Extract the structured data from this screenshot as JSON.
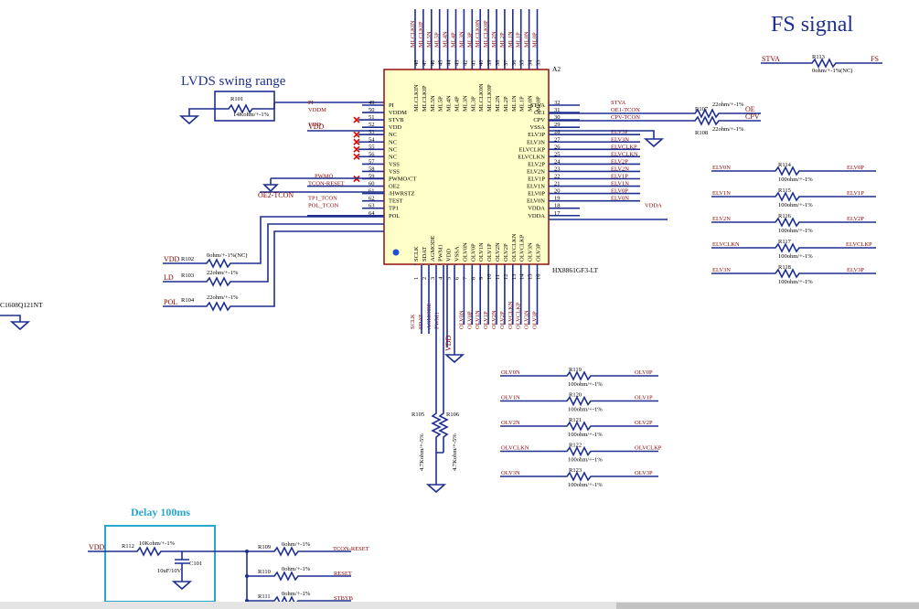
{
  "title": "FS signal",
  "lvds_label": "LVDS swing range",
  "delay_label": "Delay 100ms",
  "ic": {
    "ref": "A2",
    "part": "HX8861GF3-LT",
    "top_pins": [
      {
        "num": "48",
        "name": "MLCLKIN",
        "net": "MLCLKIN"
      },
      {
        "num": "47",
        "name": "MLCLKIP",
        "net": "MLCLKIP"
      },
      {
        "num": "46",
        "name": "ML5N",
        "net": "ML5N"
      },
      {
        "num": "45",
        "name": "ML5P",
        "net": "ML5P"
      },
      {
        "num": "44",
        "name": "ML4N",
        "net": "ML4N"
      },
      {
        "num": "43",
        "name": "ML4P",
        "net": "ML4P"
      },
      {
        "num": "42",
        "name": "ML3N",
        "net": "ML3N"
      },
      {
        "num": "41",
        "name": "ML3P",
        "net": "ML3P"
      },
      {
        "num": "40",
        "name": "MLCLK0N",
        "net": "MLCLK0N"
      },
      {
        "num": "39",
        "name": "MLCLK0P",
        "net": "MLCLK0P"
      },
      {
        "num": "38",
        "name": "ML2N",
        "net": "ML2N"
      },
      {
        "num": "37",
        "name": "ML2P",
        "net": "ML2P"
      },
      {
        "num": "36",
        "name": "ML1N",
        "net": "ML1N"
      },
      {
        "num": "35",
        "name": "ML1P",
        "net": "ML1P"
      },
      {
        "num": "34",
        "name": "ML0N",
        "net": "ML0N"
      },
      {
        "num": "33",
        "name": "ML0P",
        "net": "ML0P"
      }
    ],
    "left_pins": [
      {
        "num": "49",
        "name": "PI",
        "net": "PI",
        "nc": false
      },
      {
        "num": "50",
        "name": "VDDM",
        "net": "VDDM",
        "nc": false
      },
      {
        "num": "51",
        "name": "STVB",
        "net": "",
        "nc": true
      },
      {
        "num": "52",
        "name": "VDD",
        "net": "VDD",
        "nc": false
      },
      {
        "num": "53",
        "name": "NC",
        "net": "",
        "nc": true
      },
      {
        "num": "54",
        "name": "NC",
        "net": "",
        "nc": true
      },
      {
        "num": "55",
        "name": "NC",
        "net": "",
        "nc": true
      },
      {
        "num": "56",
        "name": "NC",
        "net": "",
        "nc": true
      },
      {
        "num": "57",
        "name": "VSS",
        "net": "",
        "nc": false
      },
      {
        "num": "58",
        "name": "VSS",
        "net": "",
        "nc": false
      },
      {
        "num": "59",
        "name": "PWMO/CT",
        "net": "PWMO",
        "nc": true
      },
      {
        "num": "60",
        "name": "OE2",
        "net": "TCON-RESET",
        "nc": false
      },
      {
        "num": "61",
        "name": "/HWRSTZ",
        "net": "",
        "nc": false
      },
      {
        "num": "62",
        "name": "TEST",
        "net": "TP1_TCON",
        "nc": false
      },
      {
        "num": "63",
        "name": "TP1",
        "net": "POL_TCON",
        "nc": false
      },
      {
        "num": "64",
        "name": "POL",
        "net": "",
        "nc": false
      }
    ],
    "right_pins": [
      {
        "num": "32",
        "name": "STVA",
        "net": "STVA"
      },
      {
        "num": "31",
        "name": "OE1",
        "net": "OE1-TCON"
      },
      {
        "num": "30",
        "name": "CPV",
        "net": "CPV-TCON"
      },
      {
        "num": "29",
        "name": "VSSA",
        "net": ""
      },
      {
        "num": "28",
        "name": "ELV3P",
        "net": "ELV3P"
      },
      {
        "num": "27",
        "name": "ELV3N",
        "net": "ELV3N"
      },
      {
        "num": "26",
        "name": "ELVCLKP",
        "net": "ELVCLKP"
      },
      {
        "num": "25",
        "name": "ELVCLKN",
        "net": "ELVCLKN"
      },
      {
        "num": "24",
        "name": "ELV2P",
        "net": "ELV2P"
      },
      {
        "num": "23",
        "name": "ELV2N",
        "net": "ELV2N"
      },
      {
        "num": "22",
        "name": "ELV1P",
        "net": "ELV1P"
      },
      {
        "num": "21",
        "name": "ELV1N",
        "net": "ELV1N"
      },
      {
        "num": "20",
        "name": "ELV0P",
        "net": "ELV0P"
      },
      {
        "num": "19",
        "name": "ELV0N",
        "net": "ELV0N"
      },
      {
        "num": "18",
        "name": "VDDA",
        "net": "VDDA"
      },
      {
        "num": "17",
        "name": "VDDA",
        "net": ""
      }
    ],
    "bottom_pins": [
      {
        "num": "1",
        "name": "SCLK",
        "net": "SCLK"
      },
      {
        "num": "2",
        "name": "SDAT",
        "net": "SDAT"
      },
      {
        "num": "3",
        "name": "AGMODE",
        "net": "AGMODE"
      },
      {
        "num": "4",
        "name": "PWM1",
        "net": "PWM1"
      },
      {
        "num": "5",
        "name": "VDD",
        "net": ""
      },
      {
        "num": "6",
        "name": "VSSA",
        "net": ""
      },
      {
        "num": "7",
        "name": "OLV0N",
        "net": "OLV0N"
      },
      {
        "num": "8",
        "name": "OLV0P",
        "net": "OLV0P"
      },
      {
        "num": "9",
        "name": "OLV1N",
        "net": "OLV1N"
      },
      {
        "num": "10",
        "name": "OLV1P",
        "net": "OLV1P"
      },
      {
        "num": "11",
        "name": "OLV2N",
        "net": "OLV2N"
      },
      {
        "num": "12",
        "name": "OLV2P",
        "net": "OLV2P"
      },
      {
        "num": "13",
        "name": "OLVCLKN",
        "net": "OLVCLKN"
      },
      {
        "num": "14",
        "name": "OLVCLKP",
        "net": "OLVCLKP"
      },
      {
        "num": "15",
        "name": "OLV3N",
        "net": "OLV3N"
      },
      {
        "num": "16",
        "name": "OLV3P",
        "net": "OLV3P"
      }
    ]
  },
  "nets": {
    "oe2_tcon": "OE2-TCON",
    "vdd": "VDD",
    "ld": "LD",
    "pol": "POL",
    "vdd_bottom": "VDD",
    "vdd_delay": "VDD",
    "left_partial": "C1608Q121NT",
    "oe": "OE",
    "cpv": "CPV",
    "fs": "FS",
    "stva": "STVA"
  },
  "resistors": {
    "R101": {
      "ref": "R101",
      "value": "14Kohm/+-1%"
    },
    "R102": {
      "ref": "R102",
      "value": "0ohm/+-1%(NC)"
    },
    "R103": {
      "ref": "R103",
      "value": "22ohm/+-1%"
    },
    "R104": {
      "ref": "R104",
      "value": "22ohm/+-1%"
    },
    "R105": {
      "ref": "R105",
      "value": "4.7Kohm/+-5%"
    },
    "R106": {
      "ref": "R106",
      "value": "4.7Kohm/+-5%"
    },
    "R107": {
      "ref": "R107",
      "value": "22ohm/+-1%"
    },
    "R108": {
      "ref": "R108",
      "value": "22ohm/+-1%"
    },
    "R113": {
      "ref": "R113",
      "value": "0ohm/+-1%(NC)"
    },
    "R109": {
      "ref": "R109",
      "value": "0ohm/+-1%"
    },
    "R110": {
      "ref": "R110",
      "value": "0ohm/+-1%"
    },
    "R111": {
      "ref": "R111",
      "value": "0ohm/+-1%"
    },
    "R112": {
      "ref": "R112",
      "value": "10Kohm/+-1%"
    }
  },
  "capacitor": {
    "ref": "C101",
    "value": "10uF/10V"
  },
  "elv_pairs": [
    {
      "ref": "R114",
      "value": "100ohm/+-1%",
      "left": "ELV0N",
      "right": "ELV0P"
    },
    {
      "ref": "R115",
      "value": "100ohm/+-1%",
      "left": "ELV1N",
      "right": "ELV1P"
    },
    {
      "ref": "R116",
      "value": "100ohm/+-1%",
      "left": "ELV2N",
      "right": "ELV2P"
    },
    {
      "ref": "R117",
      "value": "100ohm/+-1%",
      "left": "ELVCLKN",
      "right": "ELVCLKP"
    },
    {
      "ref": "R118",
      "value": "100ohm/+-1%",
      "left": "ELV3N",
      "right": "ELV3P"
    }
  ],
  "olv_pairs": [
    {
      "ref": "R119",
      "value": "100ohm/+-1%",
      "left": "OLV0N",
      "right": "OLV0P"
    },
    {
      "ref": "R120",
      "value": "100ohm/+-1%",
      "left": "OLV1N",
      "right": "OLV1P"
    },
    {
      "ref": "R121",
      "value": "100ohm/+-1%",
      "left": "OLV2N",
      "right": "OLV2P"
    },
    {
      "ref": "R122",
      "value": "100ohm/+-1%",
      "left": "OLVCLKN",
      "right": "OLVCLKP"
    },
    {
      "ref": "R123",
      "value": "100ohm/+-1%",
      "left": "OLV3N",
      "right": "OLV3P"
    }
  ],
  "reset_outputs": [
    "TCON-RESET",
    "RESET",
    "STBYB"
  ]
}
